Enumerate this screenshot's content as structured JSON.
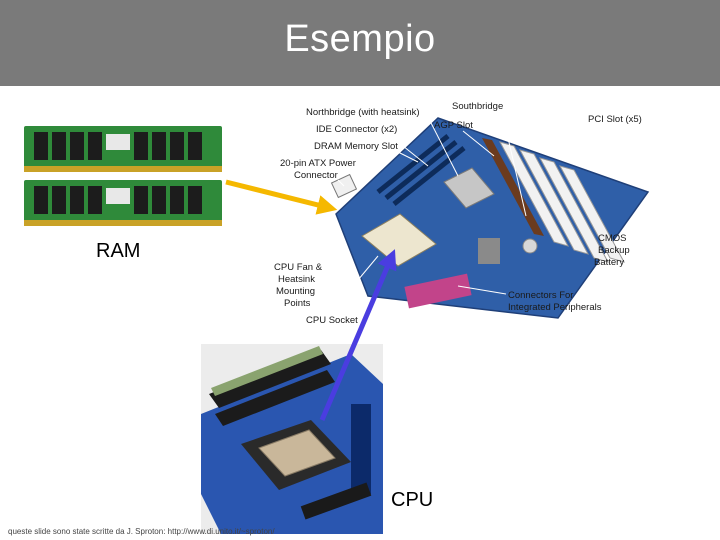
{
  "slide": {
    "title": "Esempio",
    "ram_caption": "RAM",
    "cpu_caption": "CPU",
    "footer": "queste slide sono state scritte da J. Sproton: http://www.di.unito.it/~sproton/"
  },
  "motherboard_labels": {
    "northbridge": "Northbridge (with heatsink)",
    "southbridge": "Southbridge",
    "ide": "IDE Connector (x2)",
    "agp": "AGP Slot",
    "pci": "PCI Slot (x5)",
    "dram": "DRAM Memory Slot",
    "atx_line1": "20-pin ATX Power",
    "atx_line2": "Connector",
    "cmos_line1": "CMOS",
    "cmos_line2": "Backup",
    "cmos_line3": "Battery",
    "cpufan_line1": "CPU Fan &",
    "cpufan_line2": "Heatsink",
    "cpufan_line3": "Mounting",
    "cpufan_line4": "Points",
    "connectors_line1": "Connectors For",
    "connectors_line2": "Integrated Peripherals",
    "cpu_socket": "CPU Socket"
  },
  "colors": {
    "title_bar": "#7a7a7a",
    "ram_arrow": "#f5b800",
    "cpu_arrow": "#4a3de0",
    "pcb_blue": "#2f5fa8",
    "ram_green": "#2f8a3a"
  }
}
